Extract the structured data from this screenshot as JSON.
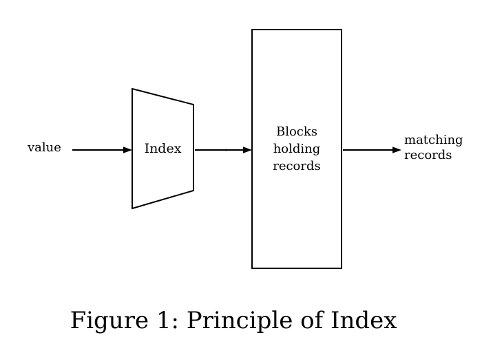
{
  "figure": {
    "caption": "Figure 1: Principle of Index"
  },
  "diagram": {
    "input_label": "value",
    "index_label": "Index",
    "blocks_label": "Blocks\nholding\nrecords",
    "output_label": "matching\nrecords"
  },
  "colors": {
    "background": "#ffffff",
    "line": "#000000",
    "text": "#000000"
  }
}
